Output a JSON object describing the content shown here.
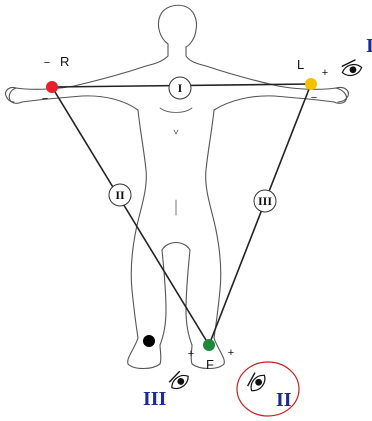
{
  "electrodes": {
    "right_arm": {
      "label": "R",
      "color": "#e8202a"
    },
    "left_arm": {
      "label": "L",
      "color": "#f5c000"
    },
    "left_leg": {
      "label": "F",
      "color": "#1a8a3a"
    },
    "right_leg": {
      "color": "#000000"
    }
  },
  "leads": {
    "lead_1": "I",
    "lead_2": "II",
    "lead_3": "III"
  },
  "polarity": {
    "plus": "+",
    "minus": "−"
  },
  "view_labels": {
    "lead_1": "I",
    "lead_2": "II",
    "lead_3": "III"
  },
  "colors": {
    "view_label": "#1a2a9a",
    "highlight_circle": "#cc1f1f",
    "body_outline": "#555555"
  },
  "icons": [
    "eye-icon"
  ]
}
